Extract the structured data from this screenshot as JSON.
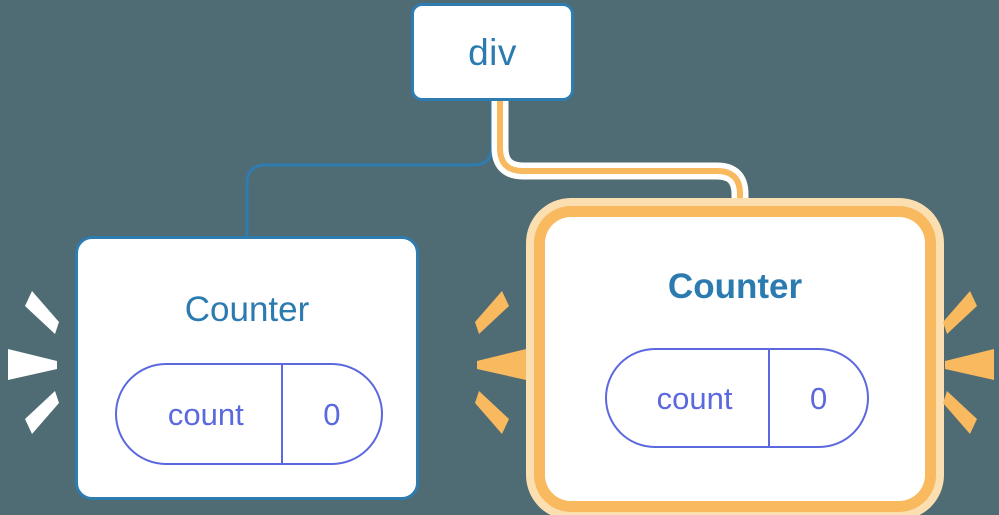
{
  "diagram": {
    "title": "React component re-render diagram",
    "background_color": "#4f6b73",
    "nodes": [
      {
        "id": "root",
        "label": "div",
        "type": "dom-element",
        "highlighted": false,
        "border_color": "#2e7cb0"
      },
      {
        "id": "counter-left",
        "label": "Counter",
        "type": "component",
        "highlighted": false,
        "border_color": "#2e7cb0",
        "state": {
          "key": "count",
          "value": "0"
        },
        "sparkle_color": "#ffffff"
      },
      {
        "id": "counter-right",
        "label": "Counter",
        "type": "component",
        "highlighted": true,
        "border_color": "#f8b95f",
        "glow_color": "#fbdfb0",
        "state": {
          "key": "count",
          "value": "0"
        },
        "sparkle_color": "#f8b95f"
      }
    ],
    "edges": [
      {
        "id": "edge-root-left",
        "from": "root",
        "to": "counter-left",
        "color": "#2e7cb0",
        "highlighted": false
      },
      {
        "id": "edge-root-right",
        "from": "root",
        "to": "counter-right",
        "color": "#f8b95f",
        "outline_color": "#ffffff",
        "highlighted": true
      }
    ],
    "colors": {
      "background": "#4f6b73",
      "blue": "#2e7cb0",
      "title_blue": "#2b7ab0",
      "periwinkle": "#5b68de",
      "amber": "#f8b95f",
      "amber_glow": "#fbdfb0",
      "white": "#ffffff"
    }
  }
}
